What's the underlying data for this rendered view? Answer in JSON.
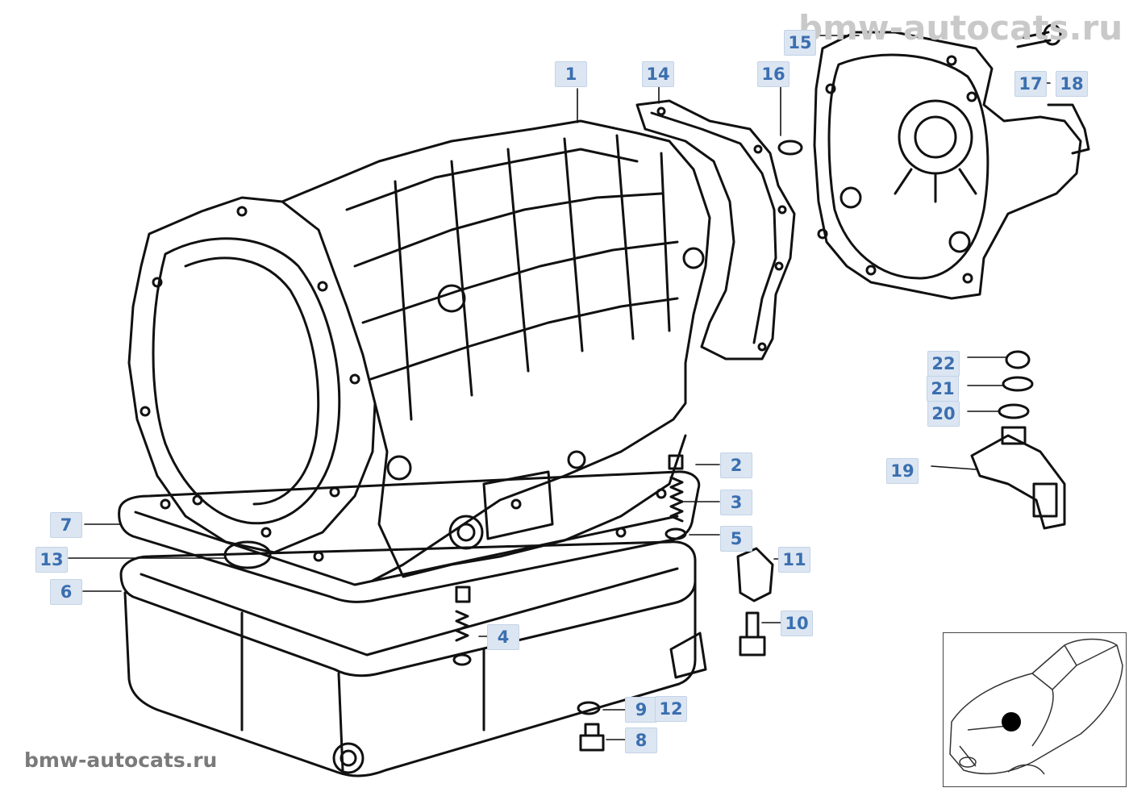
{
  "watermarks": {
    "top": "bmw-autocats.ru",
    "bottom": "bmw-autocats.ru"
  },
  "colors": {
    "callout_text": "#3b6fb0",
    "callout_bg": "#dce6f2",
    "line_art": "#111111",
    "locator_dot": "#000000"
  },
  "callouts": [
    {
      "id": "c1",
      "label": "1"
    },
    {
      "id": "c2",
      "label": "2"
    },
    {
      "id": "c3",
      "label": "3"
    },
    {
      "id": "c4",
      "label": "4"
    },
    {
      "id": "c5",
      "label": "5"
    },
    {
      "id": "c6",
      "label": "6"
    },
    {
      "id": "c7",
      "label": "7"
    },
    {
      "id": "c8",
      "label": "8"
    },
    {
      "id": "c9",
      "label": "9"
    },
    {
      "id": "c10",
      "label": "10"
    },
    {
      "id": "c11",
      "label": "11"
    },
    {
      "id": "c12",
      "label": "12"
    },
    {
      "id": "c13",
      "label": "13"
    },
    {
      "id": "c14",
      "label": "14"
    },
    {
      "id": "c15",
      "label": "15"
    },
    {
      "id": "c16",
      "label": "16"
    },
    {
      "id": "c17",
      "label": "17"
    },
    {
      "id": "c18",
      "label": "18"
    },
    {
      "id": "c19",
      "label": "19"
    },
    {
      "id": "c20",
      "label": "20"
    },
    {
      "id": "c21",
      "label": "21"
    },
    {
      "id": "c22",
      "label": "22"
    }
  ]
}
